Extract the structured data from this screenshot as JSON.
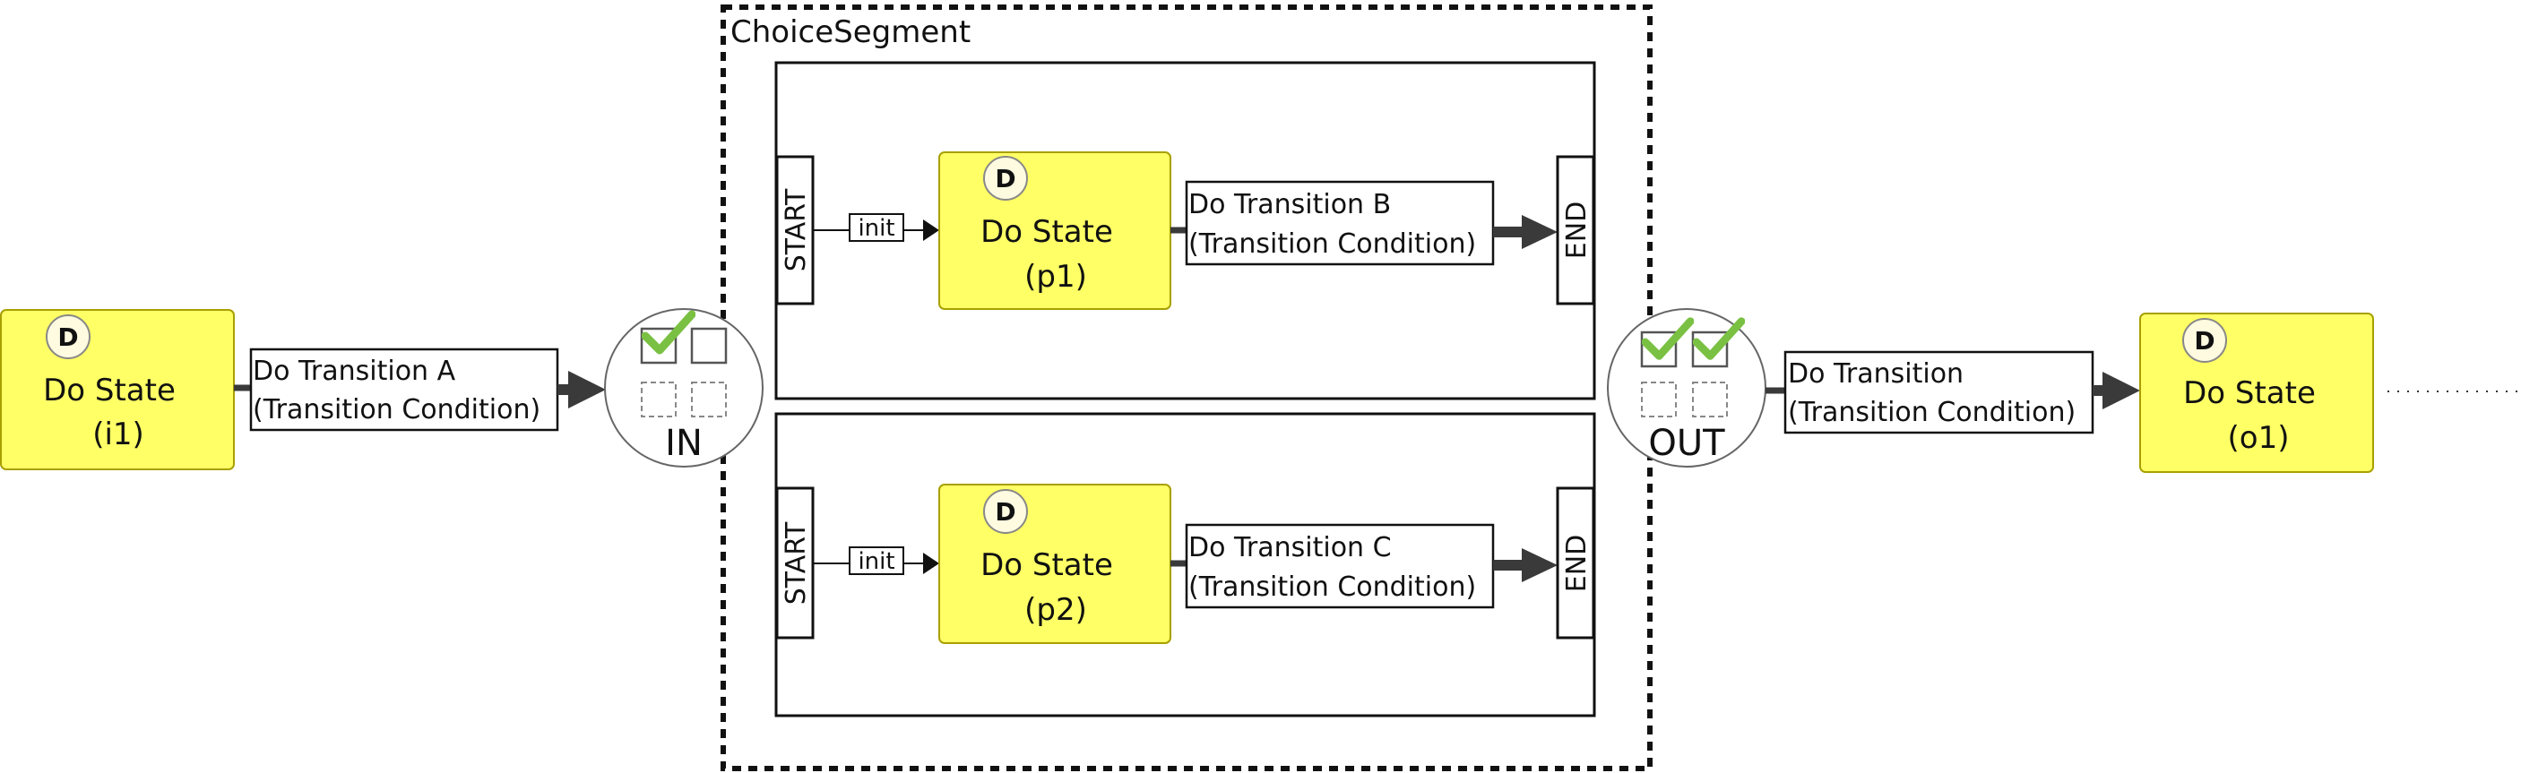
{
  "segment": {
    "title": "ChoiceSegment"
  },
  "states": {
    "i1": {
      "badge": "D",
      "name": "Do State",
      "id": "(i1)"
    },
    "p1": {
      "badge": "D",
      "name": "Do State",
      "id": "(p1)"
    },
    "p2": {
      "badge": "D",
      "name": "Do State",
      "id": "(p2)"
    },
    "o1": {
      "badge": "D",
      "name": "Do State",
      "id": "(o1)"
    }
  },
  "transitions": {
    "a": {
      "line1": "Do Transition A",
      "line2": "(Transition Condition)"
    },
    "b": {
      "line1": "Do Transition B",
      "line2": "(Transition Condition)"
    },
    "c": {
      "line1": "Do Transition C",
      "line2": "(Transition Condition)"
    },
    "out": {
      "line1": "Do Transition",
      "line2": "(Transition Condition)"
    }
  },
  "branches": {
    "top": {
      "start": "START",
      "init": "init",
      "end": "END"
    },
    "bottom": {
      "start": "START",
      "init": "init",
      "end": "END"
    }
  },
  "gateways": {
    "in": {
      "label": "IN",
      "checked": [
        true,
        false
      ]
    },
    "out": {
      "label": "OUT",
      "checked": [
        true,
        true
      ]
    }
  },
  "colors": {
    "state_fill": "#ffff66",
    "state_stroke": "#a8a000",
    "check": "#7ac143",
    "arrow": "#3a3a3a"
  }
}
